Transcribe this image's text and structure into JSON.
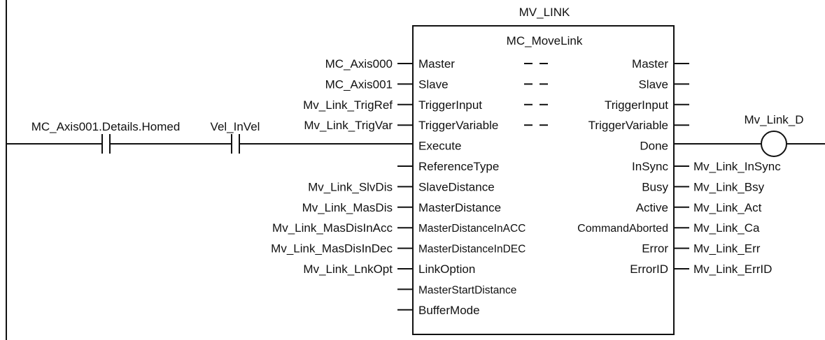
{
  "instance_name": "MV_LINK",
  "block_type": "MC_MoveLink",
  "contacts": [
    {
      "variable": "MC_Axis001.Details.Homed",
      "kind": "normally-open-contact"
    },
    {
      "variable": "Vel_InVel",
      "kind": "normally-open-contact"
    }
  ],
  "inputs": [
    {
      "pin": "Master",
      "variable": "MC_Axis000",
      "inout": true,
      "compact": false
    },
    {
      "pin": "Slave",
      "variable": "MC_Axis001",
      "inout": true,
      "compact": false
    },
    {
      "pin": "TriggerInput",
      "variable": "Mv_Link_TrigRef",
      "inout": true,
      "compact": false
    },
    {
      "pin": "TriggerVariable",
      "variable": "Mv_Link_TrigVar",
      "inout": true,
      "compact": false
    },
    {
      "pin": "Execute",
      "variable": "",
      "inout": false,
      "compact": false
    },
    {
      "pin": "ReferenceType",
      "variable": "",
      "inout": false,
      "compact": false
    },
    {
      "pin": "SlaveDistance",
      "variable": "Mv_Link_SlvDis",
      "inout": false,
      "compact": false
    },
    {
      "pin": "MasterDistance",
      "variable": "Mv_Link_MasDis",
      "inout": false,
      "compact": false
    },
    {
      "pin": "MasterDistanceInACC",
      "variable": "Mv_Link_MasDisInAcc",
      "inout": false,
      "compact": true
    },
    {
      "pin": "MasterDistanceInDEC",
      "variable": "Mv_Link_MasDisInDec",
      "inout": false,
      "compact": true
    },
    {
      "pin": "LinkOption",
      "variable": "Mv_Link_LnkOpt",
      "inout": false,
      "compact": false
    },
    {
      "pin": "MasterStartDistance",
      "variable": "",
      "inout": false,
      "compact": true
    },
    {
      "pin": "BufferMode",
      "variable": "",
      "inout": false,
      "compact": false
    }
  ],
  "outputs": [
    {
      "pin": "Master",
      "variable": ""
    },
    {
      "pin": "Slave",
      "variable": ""
    },
    {
      "pin": "TriggerInput",
      "variable": ""
    },
    {
      "pin": "TriggerVariable",
      "variable": ""
    },
    {
      "pin": "Done",
      "variable": "Mv_Link_D",
      "coil": true
    },
    {
      "pin": "InSync",
      "variable": "Mv_Link_InSync"
    },
    {
      "pin": "Busy",
      "variable": "Mv_Link_Bsy"
    },
    {
      "pin": "Active",
      "variable": "Mv_Link_Act"
    },
    {
      "pin": "CommandAborted",
      "variable": "Mv_Link_Ca",
      "compact": true
    },
    {
      "pin": "Error",
      "variable": "Mv_Link_Err"
    },
    {
      "pin": "ErrorID",
      "variable": "Mv_Link_ErrID"
    }
  ],
  "colors": {
    "line": "#111111",
    "background": "#ffffff"
  }
}
